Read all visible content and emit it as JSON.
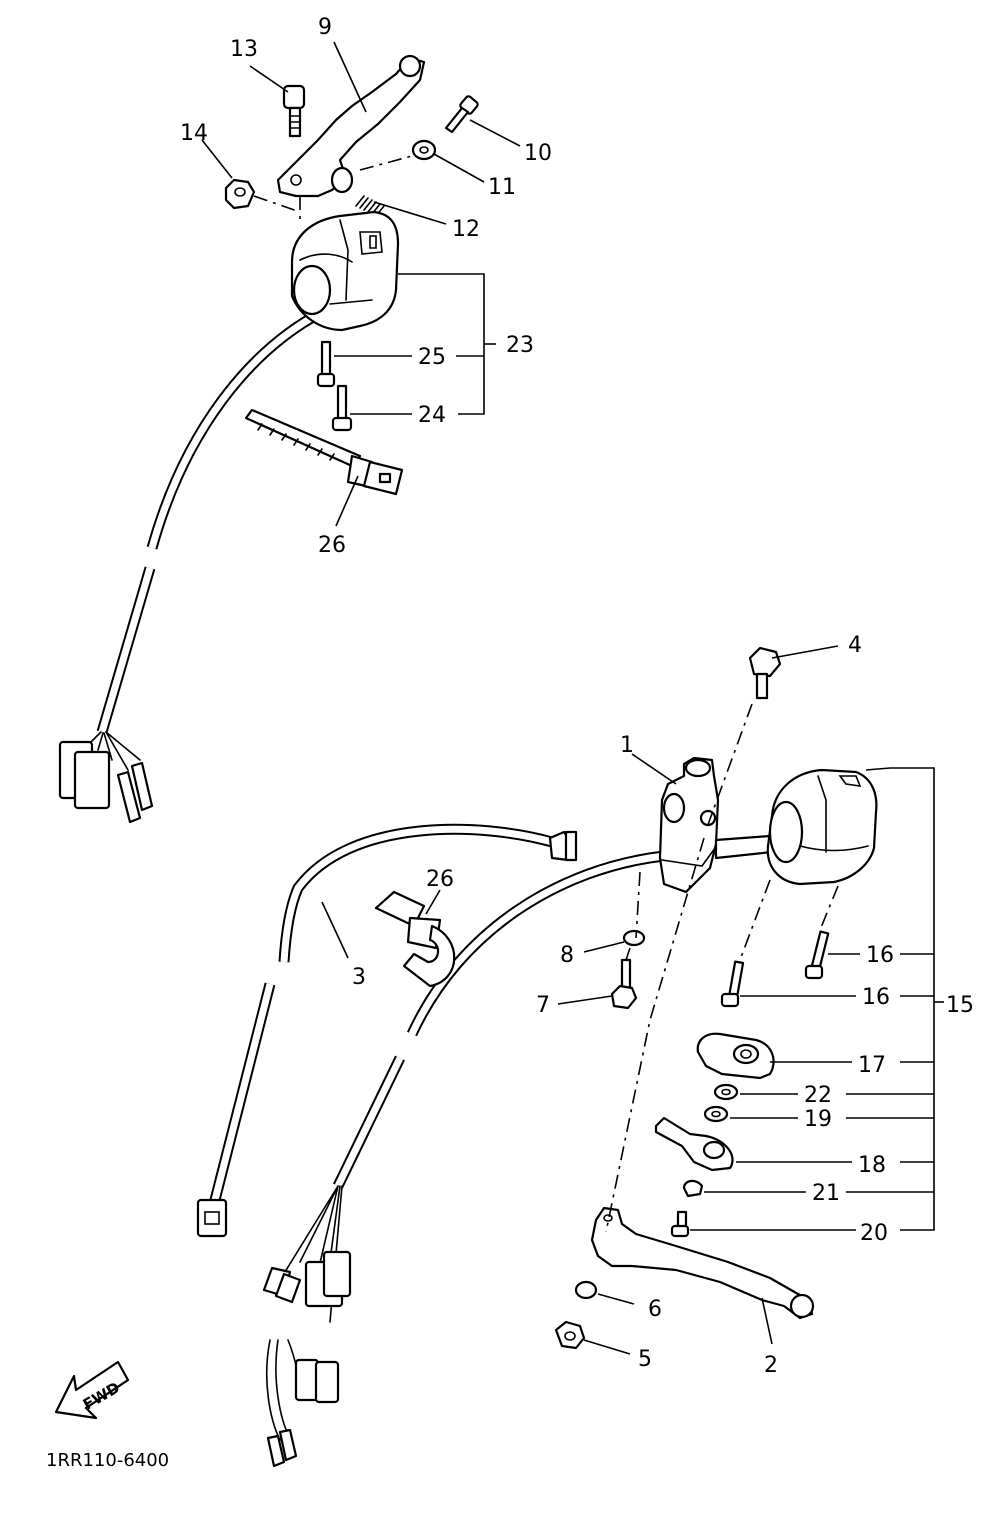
{
  "callouts": {
    "c1": "1",
    "c2": "2",
    "c3": "3",
    "c4": "4",
    "c5": "5",
    "c6": "6",
    "c7": "7",
    "c8": "8",
    "c9": "9",
    "c10": "10",
    "c11": "11",
    "c12": "12",
    "c13": "13",
    "c14": "14",
    "c15": "15",
    "c16a": "16",
    "c16b": "16",
    "c17": "17",
    "c18": "18",
    "c19": "19",
    "c20": "20",
    "c21": "21",
    "c22": "22",
    "c23": "23",
    "c24": "24",
    "c25": "25",
    "c26a": "26",
    "c26b": "26"
  },
  "fwd_label": "FWD",
  "diagram_code": "1RR110-6400"
}
